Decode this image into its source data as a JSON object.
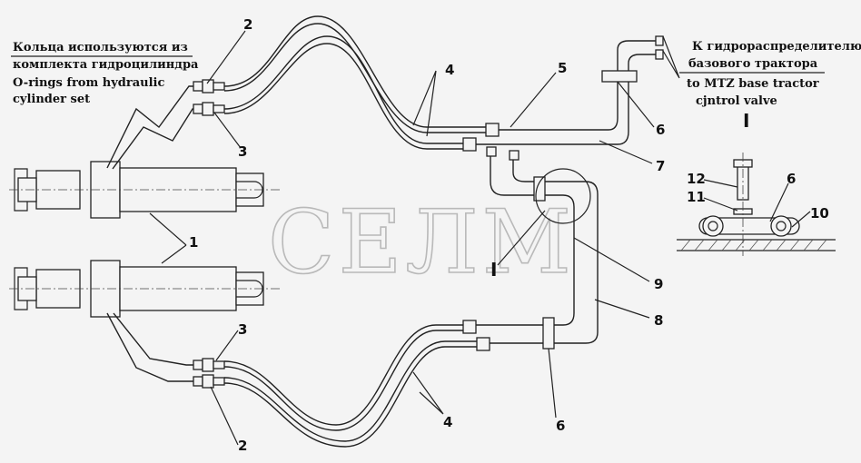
{
  "watermark": "СЕЛМ",
  "labels": {
    "n1": "1",
    "n2_top": "2",
    "n2_bottom": "2",
    "n3_top": "3",
    "n3_bottom": "3",
    "n4_top": "4",
    "n4_bottom": "4",
    "n5": "5",
    "n6_top": "6",
    "n6_bottom": "6",
    "n6_detail": "6",
    "n7": "7",
    "n8": "8",
    "n9": "9",
    "n10": "10",
    "n11": "11",
    "n12": "12",
    "view_mark_main": "I",
    "view_mark_detail": "I"
  },
  "notes": {
    "rings_ru_1": "Кольца используются из",
    "rings_ru_2": "комплекта гидроцилиндра",
    "rings_en_1": "O-rings from hydraulic",
    "rings_en_2": "cylinder set",
    "valve_ru_1": "К гидрораспределителю",
    "valve_ru_2": "базового трактора",
    "valve_en_1": "to MTZ base tractor",
    "valve_en_2": "cjntrol valve"
  }
}
